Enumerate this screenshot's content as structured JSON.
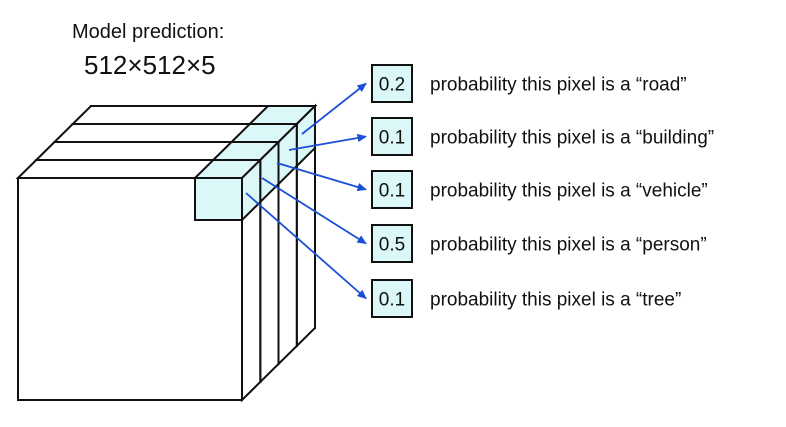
{
  "title": {
    "line1": "Model prediction:",
    "line2": "512×512×5"
  },
  "colors": {
    "pixel_fill": "#dcf7f7",
    "arrow": "#1a4fd6",
    "stroke": "#111111"
  },
  "predictions": [
    {
      "value": "0.2",
      "label": "probability this pixel is a “road”"
    },
    {
      "value": "0.1",
      "label": "probability this pixel is a “building”"
    },
    {
      "value": "0.1",
      "label": "probability this pixel is a “vehicle”"
    },
    {
      "value": "0.5",
      "label": "probability this pixel is a “person”"
    },
    {
      "value": "0.1",
      "label": "probability this pixel is a “tree”"
    }
  ]
}
